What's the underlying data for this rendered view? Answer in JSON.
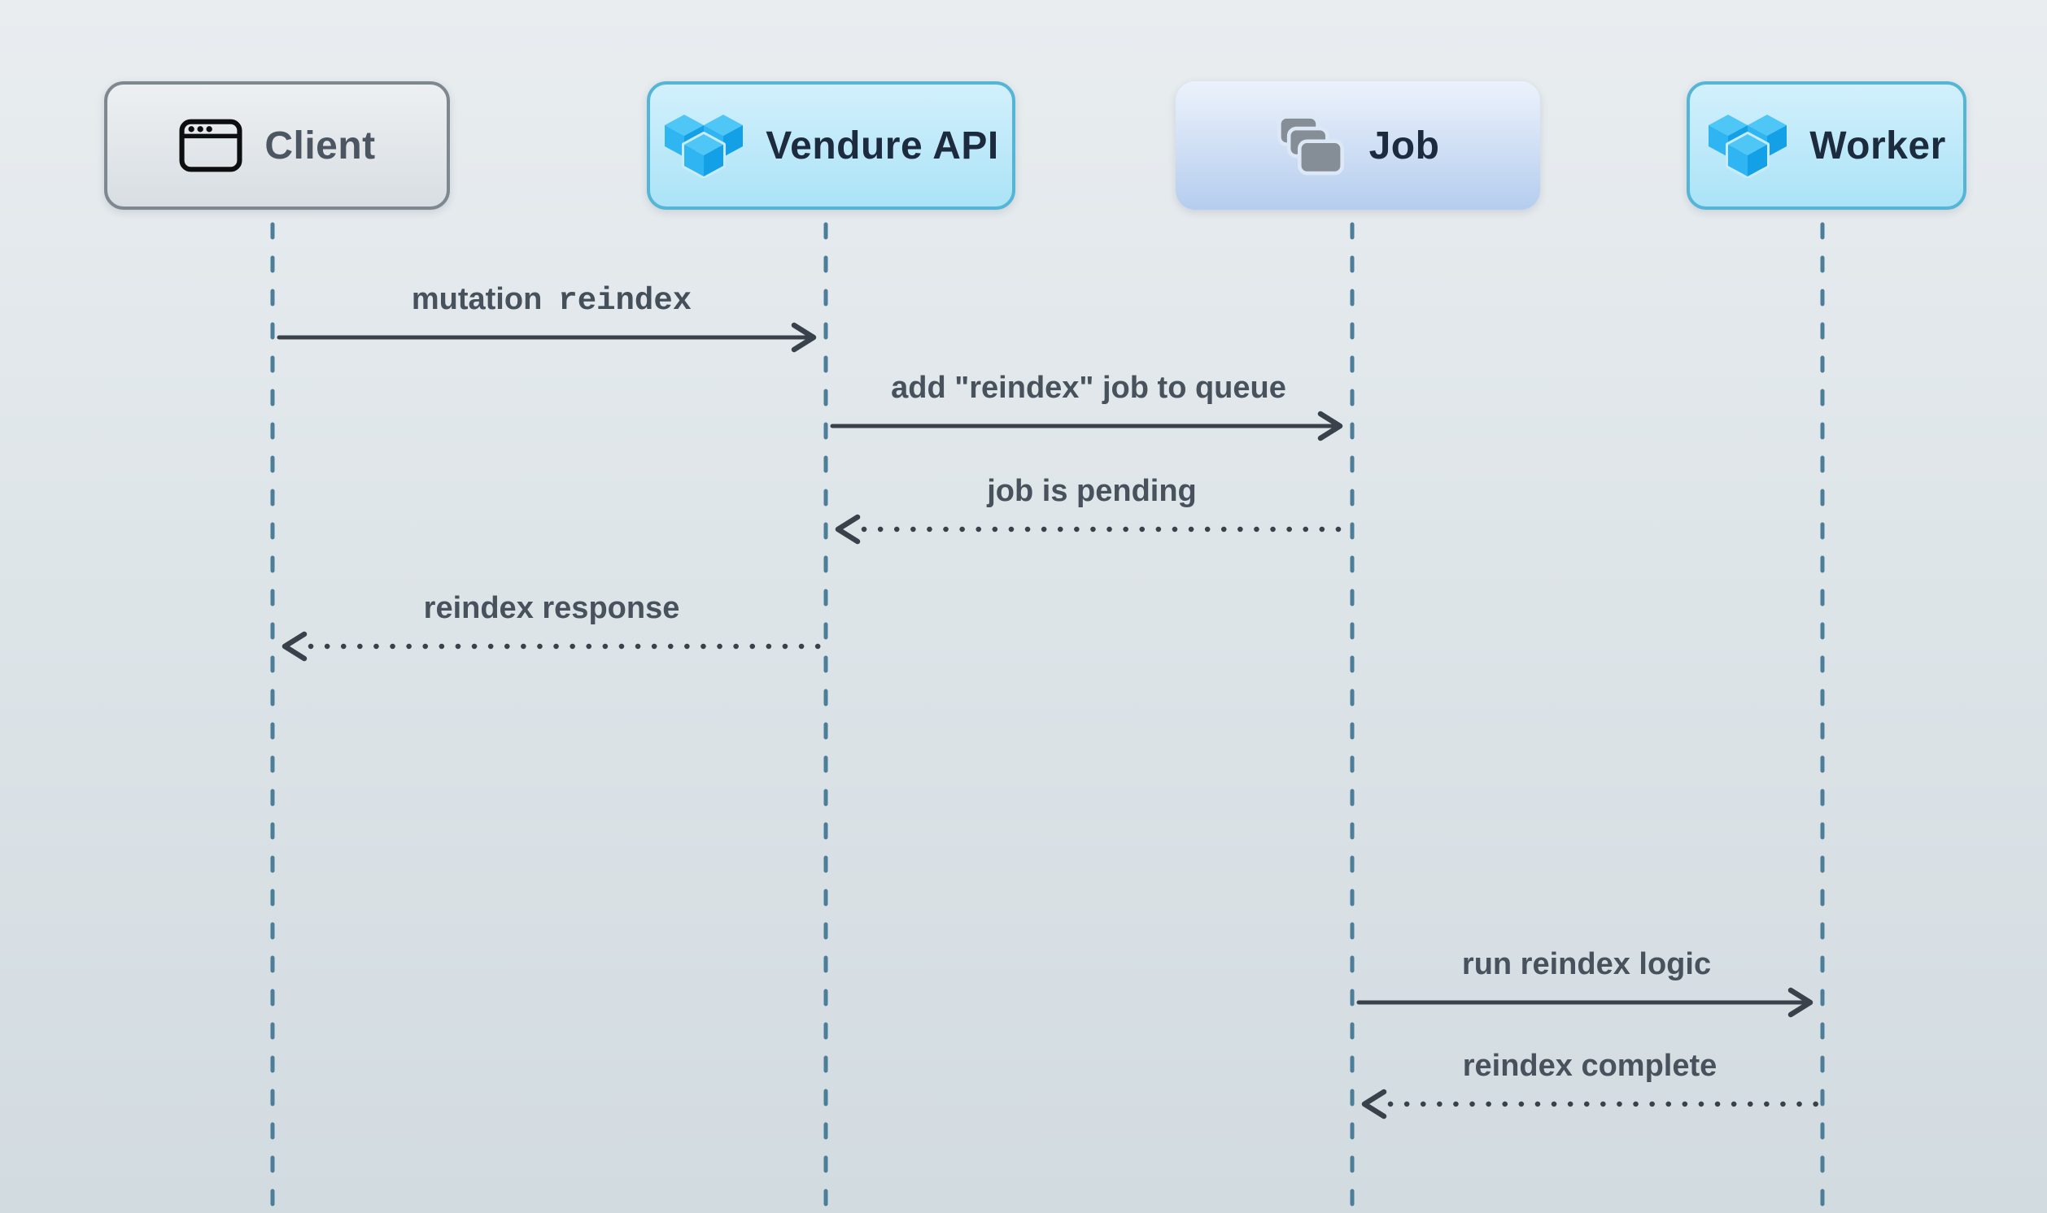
{
  "diagram": {
    "type": "sequence",
    "actors": [
      {
        "label": "Client",
        "icon": "browser-window-icon"
      },
      {
        "label": "Vendure API",
        "icon": "vendure-cubes-icon"
      },
      {
        "label": "Job",
        "icon": "stacked-cards-icon"
      },
      {
        "label": "Worker",
        "icon": "vendure-cubes-icon"
      }
    ],
    "messages": [
      {
        "from": "Client",
        "to": "Vendure API",
        "style": "solid",
        "label": "mutation",
        "code_label": "reindex"
      },
      {
        "from": "Vendure API",
        "to": "Job",
        "style": "solid",
        "label": "add \"reindex\" job to queue"
      },
      {
        "from": "Job",
        "to": "Vendure API",
        "style": "dotted",
        "label": "job is pending"
      },
      {
        "from": "Vendure API",
        "to": "Client",
        "style": "dotted",
        "label": "reindex response"
      },
      {
        "from": "Job",
        "to": "Worker",
        "style": "solid",
        "label": "run reindex logic"
      },
      {
        "from": "Worker",
        "to": "Job",
        "style": "dotted",
        "label": "reindex complete"
      }
    ],
    "colors": {
      "lifeline": "#4c7e99",
      "arrow": "#39424b",
      "label_text": "#47525c",
      "vendure_blue": "#29b3f0",
      "client_border": "#7f878f",
      "vendure_border": "#55b5d6",
      "job_icon_gray": "#858d97"
    }
  }
}
